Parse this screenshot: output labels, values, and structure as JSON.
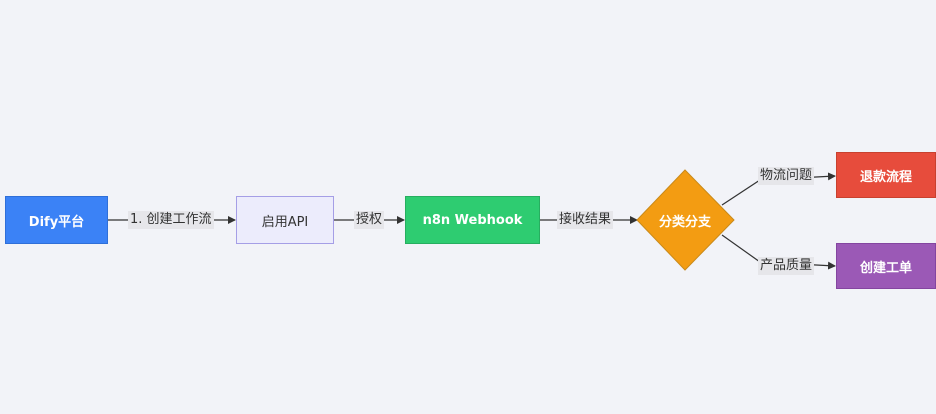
{
  "nodes": {
    "dify": "Dify平台",
    "api": "启用API",
    "webhook": "n8n Webhook",
    "branch": "分类分支",
    "refund": "退款流程",
    "ticket": "创建工单"
  },
  "edges": {
    "dify_to_api": "1. 创建工作流",
    "api_to_webhook": "授权",
    "webhook_to_branch": "接收结果",
    "branch_to_refund": "物流问题",
    "branch_to_ticket": "产品质量"
  },
  "colors": {
    "dify": "#3b82f6",
    "api": "#ececfc",
    "webhook": "#2ecc71",
    "branch": "#f39c12",
    "refund": "#e74c3c",
    "ticket": "#9b59b6"
  }
}
